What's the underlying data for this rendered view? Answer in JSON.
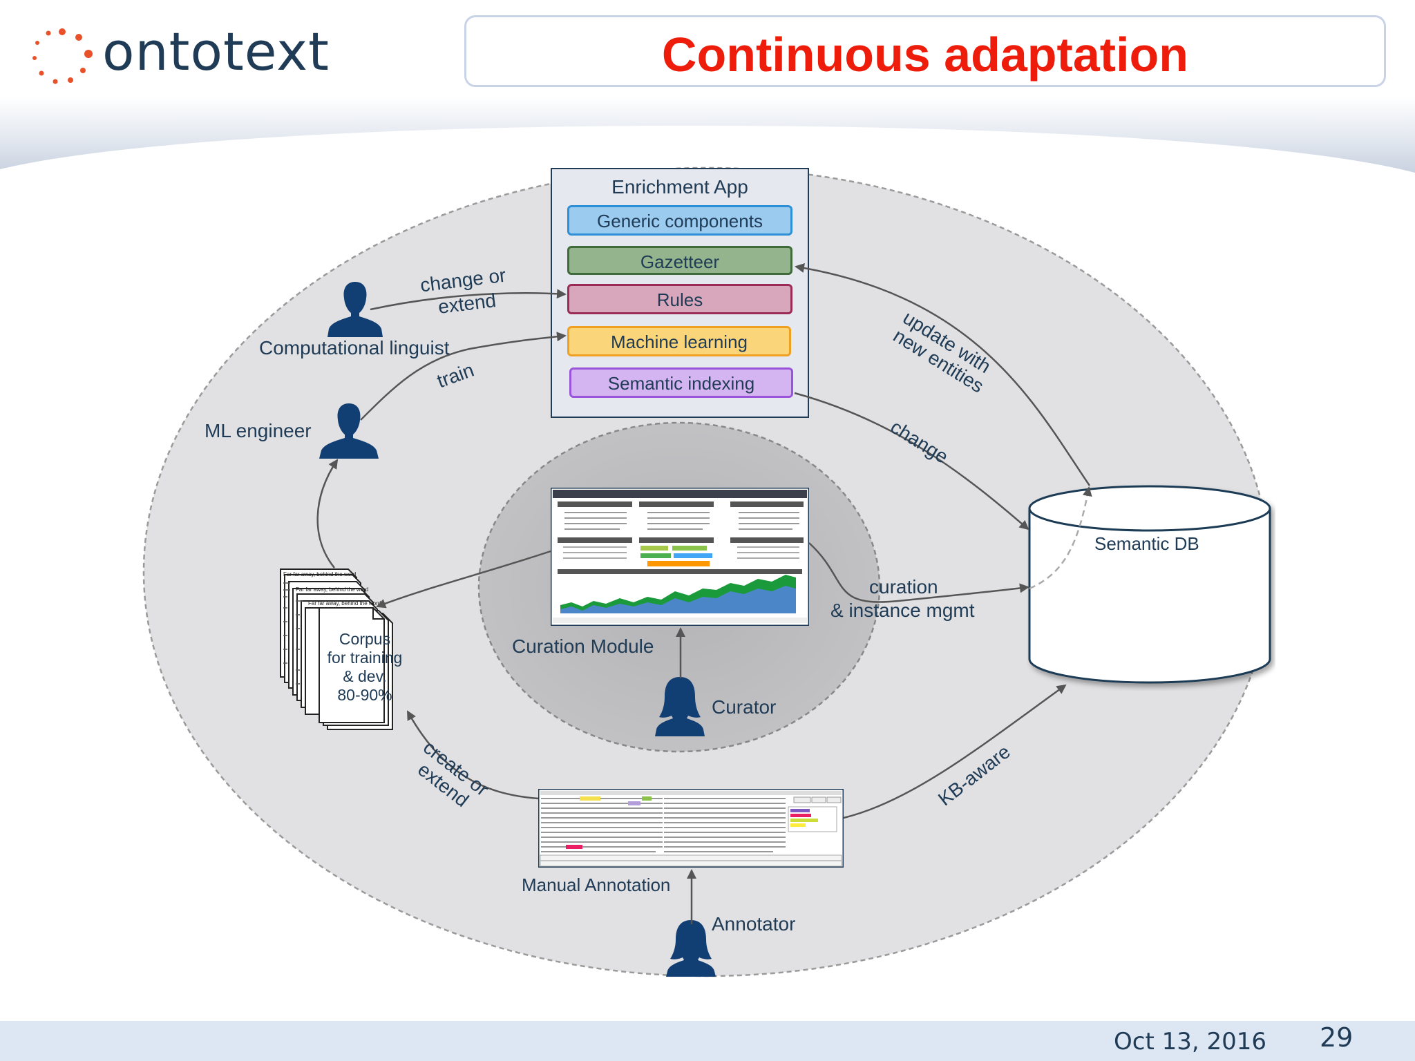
{
  "header": {
    "logo_text": "ontotext",
    "title": "Continuous adaptation"
  },
  "footer": {
    "date": "Oct 13, 2016",
    "page_number": "29"
  },
  "enrichment_app": {
    "title": "Enrichment App",
    "components": [
      {
        "label": "Generic components",
        "color": "#9ccbf0",
        "border": "#2d8fd6"
      },
      {
        "label": "Gazetteer",
        "color": "#93b48c",
        "border": "#3f6b3a"
      },
      {
        "label": "Rules",
        "color": "#d9a7bb",
        "border": "#9b2c57"
      },
      {
        "label": "Machine learning",
        "color": "#fbd57a",
        "border": "#f0a020"
      },
      {
        "label": "Semantic indexing",
        "color": "#d5b4f2",
        "border": "#9a54d9"
      }
    ]
  },
  "roles": {
    "computational_linguist": "Computational linguist",
    "ml_engineer": "ML engineer",
    "curator": "Curator",
    "annotator": "Annotator"
  },
  "modules": {
    "curation": "Curation Module",
    "manual_annotation": "Manual Annotation",
    "semantic_db": "Semantic DB"
  },
  "corpus": {
    "line1": "Corpus",
    "line2": "for training",
    "line3": "& dev.",
    "line4": "80-90%",
    "doc_text": "Far far away, behind the word"
  },
  "edges": {
    "change_or": "change or",
    "extend": "extend",
    "train": "train",
    "update_with": "update with",
    "new_entities": "new entities",
    "change": "change",
    "curation": "curation",
    "instance_mgmt": "& instance mgmt",
    "create_or": "create or",
    "extend2": "extend",
    "kb_aware": "KB-aware"
  },
  "colors": {
    "title": "#ee1c0a",
    "text": "#1f3b55",
    "person": "#123f73",
    "logo_dots": "#e8512a"
  }
}
